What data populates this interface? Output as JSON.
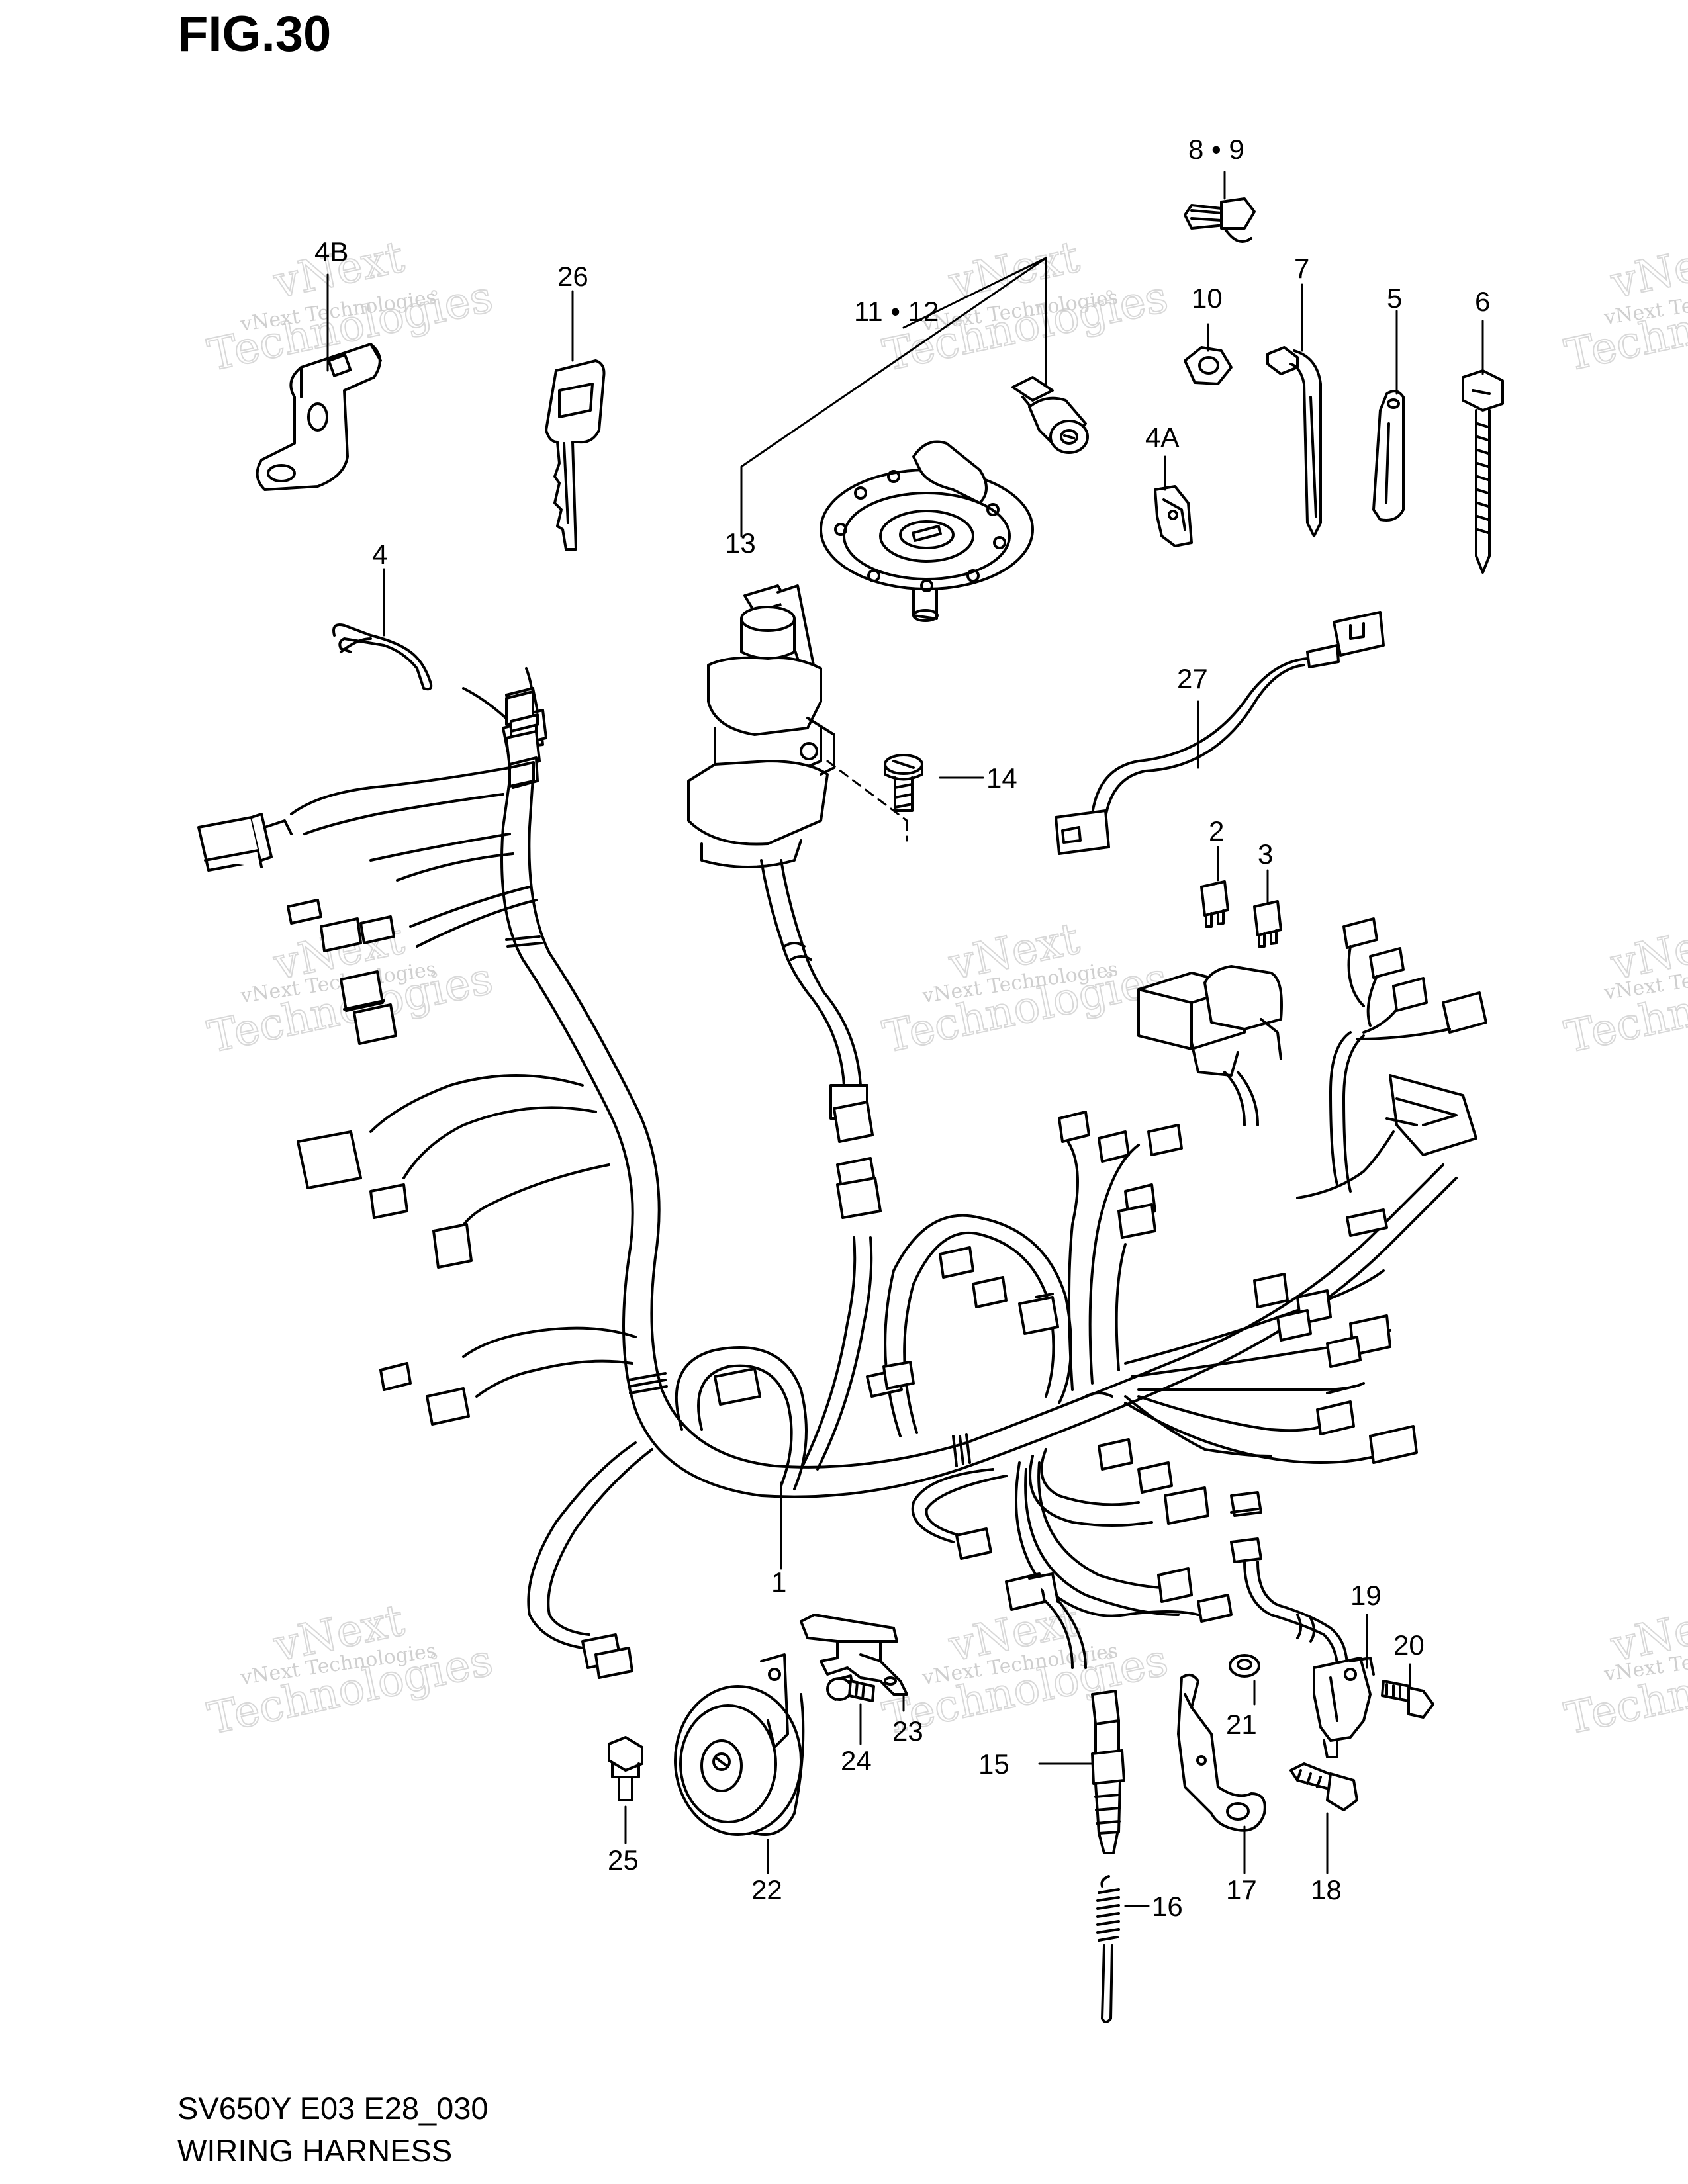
{
  "figure": {
    "title": "FIG.30",
    "code": "SV650Y E03 E28_030",
    "name": "WIRING HARNESS"
  },
  "watermark": {
    "line1": "vNext Technologies",
    "line2a": "vNext",
    "line2b": "Technologies"
  },
  "callouts": {
    "c1": "1",
    "c2": "2",
    "c3": "3",
    "c4": "4",
    "c4A": "4A",
    "c4B": "4B",
    "c5": "5",
    "c6": "6",
    "c7": "7",
    "c8_9": "8 • 9",
    "c10": "10",
    "c11_12": "11 • 12",
    "c13": "13",
    "c14": "14",
    "c15": "15",
    "c16": "16",
    "c17": "17",
    "c18": "18",
    "c19": "19",
    "c20": "20",
    "c21": "21",
    "c22": "22",
    "c23": "23",
    "c24": "24",
    "c25": "25",
    "c26": "26",
    "c27": "27"
  },
  "colors": {
    "ink": "#000000",
    "watermark": "#d0d0d0",
    "background": "#ffffff"
  }
}
